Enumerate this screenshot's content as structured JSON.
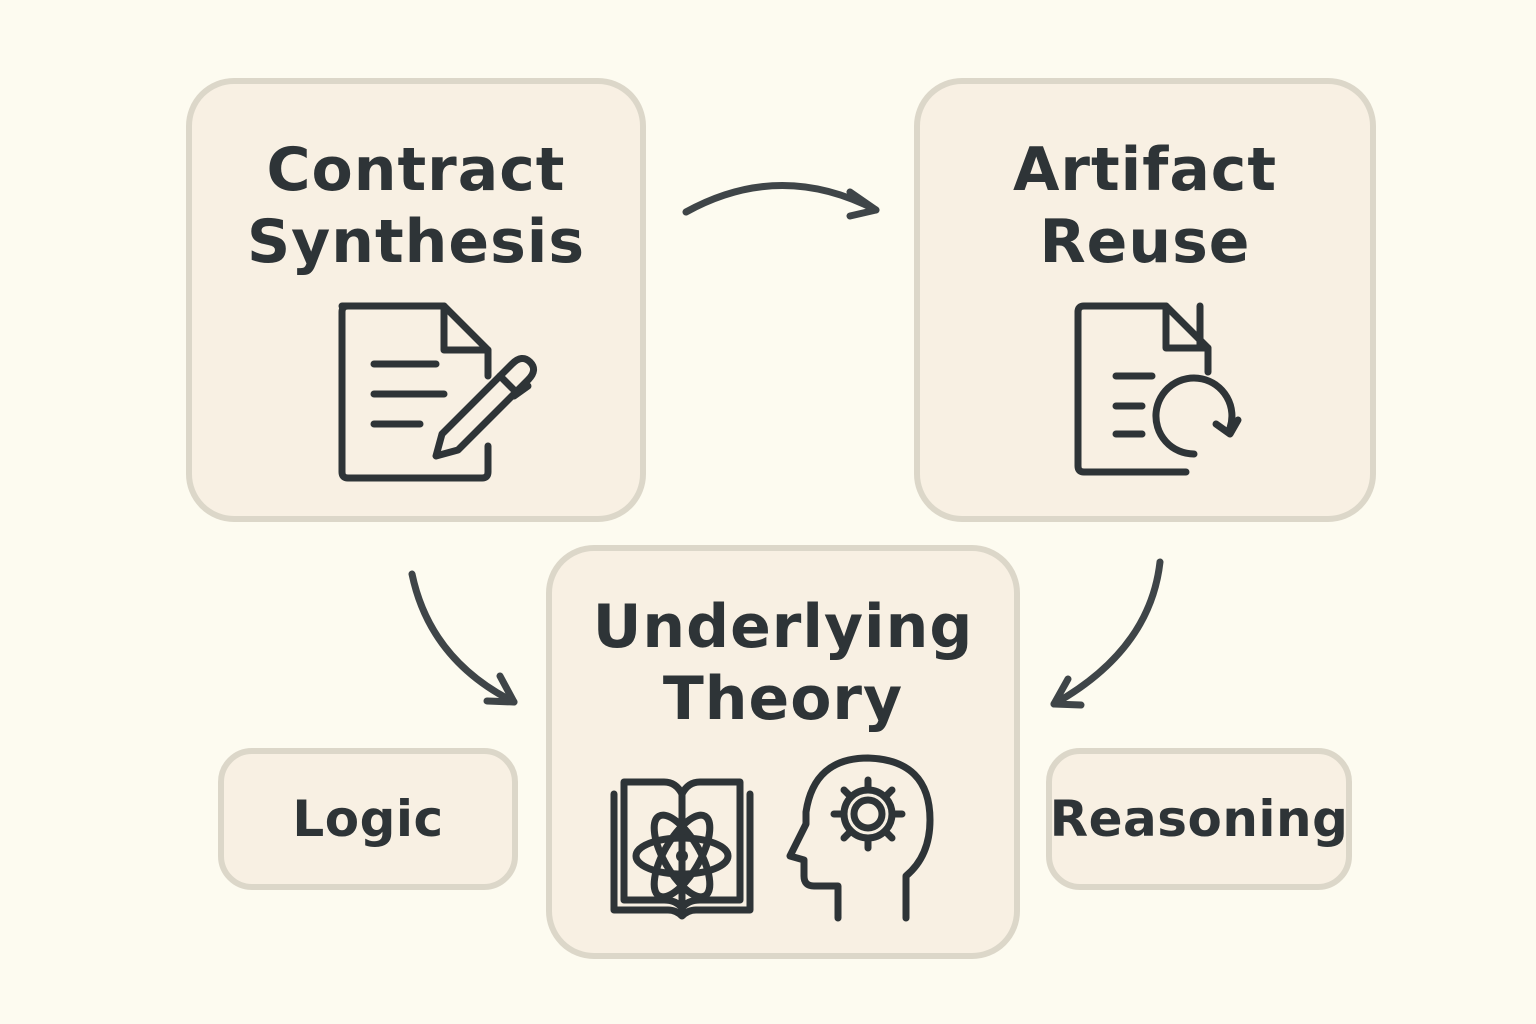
{
  "cards": {
    "contract_synthesis": {
      "line1": "Contract",
      "line2": "Synthesis",
      "icon": "document-pen-icon"
    },
    "artifact_reuse": {
      "line1": "Artifact",
      "line2": "Reuse",
      "icon": "document-refresh-icon"
    },
    "underlying_theory": {
      "line1": "Underlying",
      "line2": "Theory",
      "icons": [
        "atom-book-icon",
        "head-gear-icon"
      ]
    }
  },
  "side_labels": {
    "logic": "Logic",
    "reasoning": "Reasoning"
  },
  "colors": {
    "background": "#fdfbf0",
    "card_fill": "#f8f0e3",
    "card_border": "#dcd7c9",
    "ink": "#2e3437",
    "arrow": "#3f4548"
  }
}
